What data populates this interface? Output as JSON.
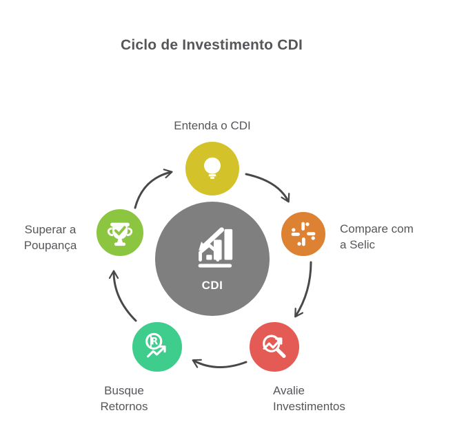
{
  "title": "Ciclo de Investimento CDI",
  "text_color": "#55565a",
  "arrow_color": "#47484a",
  "center": {
    "label": "CDI",
    "color": "#7f7f7f",
    "icon": "house-chart-arrow-icon"
  },
  "nodes": [
    {
      "id": "entenda-o-cdi",
      "label_lines": [
        "Entenda o CDI",
        ""
      ],
      "color": "#d4c22a",
      "icon": "lightbulb-icon"
    },
    {
      "id": "compare-com-a-selic",
      "label_lines": [
        "Compare com",
        "a Selic"
      ],
      "color": "#dd8133",
      "icon": "pinwheel-icon"
    },
    {
      "id": "avalie-investimentos",
      "label_lines": [
        "Avalie",
        "Investimentos"
      ],
      "color": "#e45a54",
      "icon": "magnifier-trend-icon"
    },
    {
      "id": "busque-retornos",
      "label_lines": [
        "Busque",
        "Retornos"
      ],
      "color": "#3fcd8e",
      "icon": "real-growth-icon"
    },
    {
      "id": "superar-a-poupanca",
      "label_lines": [
        "Superar a",
        "Poupança"
      ],
      "color": "#8cc540",
      "icon": "trophy-check-icon"
    }
  ]
}
